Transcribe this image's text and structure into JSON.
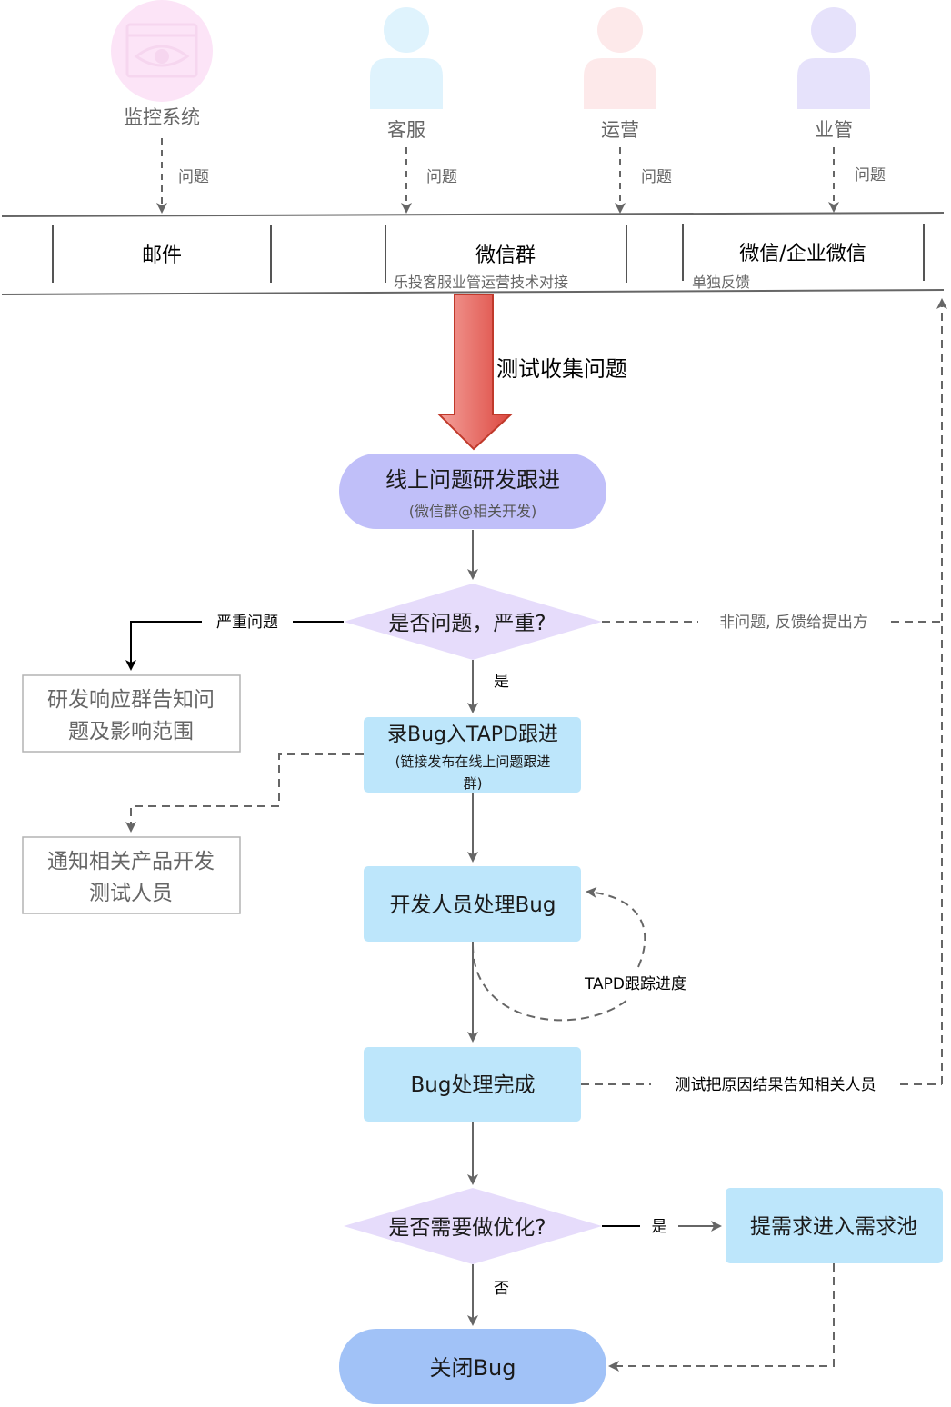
{
  "sources": [
    {
      "label": "监控系统",
      "icon": "monitor-eye-icon",
      "color": "#fce4f7"
    },
    {
      "label": "客服",
      "icon": "person-icon",
      "color": "#dff3fd"
    },
    {
      "label": "运营",
      "icon": "person-icon",
      "color": "#fde9ea"
    },
    {
      "label": "业管",
      "icon": "person-icon",
      "color": "#e6e2fb"
    }
  ],
  "edge_labels": {
    "source_issue": "问题",
    "collect": "测试收集问题",
    "severe": "严重问题",
    "not_issue": "非问题, 反馈给提出方",
    "yes": "是",
    "tapd_track": "TAPD跟踪进度",
    "notify_result": "测试把原因结果告知相关人员",
    "opt_yes": "是",
    "opt_no": "否"
  },
  "channels": [
    {
      "label": "邮件",
      "sub": ""
    },
    {
      "label": "微信群",
      "sub": "乐投客服业管运营技术对接"
    },
    {
      "label": "微信/企业微信",
      "sub": "单独反馈"
    }
  ],
  "nodes": {
    "online_issue": {
      "title": "线上问题研发跟进",
      "sub": "(微信群@相关开发)"
    },
    "is_severe": {
      "title": "是否问题，严重?"
    },
    "dev_notify_group": {
      "line1": "研发响应群告知问",
      "line2": "题及影响范围"
    },
    "record_bug": {
      "title": "录Bug入TAPD跟进",
      "sub1": "(链接发布在线上问题跟进",
      "sub2": "群)"
    },
    "notify_people": {
      "line1": "通知相关产品开发",
      "line2": "测试人员"
    },
    "dev_handle": {
      "title": "开发人员处理Bug"
    },
    "bug_done": {
      "title": "Bug处理完成"
    },
    "need_opt": {
      "title": "是否需要做优化?"
    },
    "requirement_pool": {
      "title": "提需求进入需求池"
    },
    "close_bug": {
      "title": "关闭Bug"
    }
  },
  "colors": {
    "rounded_purple": "#c0bff9",
    "diamond_purple": "#e6dcfb",
    "process_blue": "#bde6fb",
    "close_blue": "#a1c2f7",
    "collect_arrow_red": "#dc4840",
    "edge_gray": "#666666"
  }
}
